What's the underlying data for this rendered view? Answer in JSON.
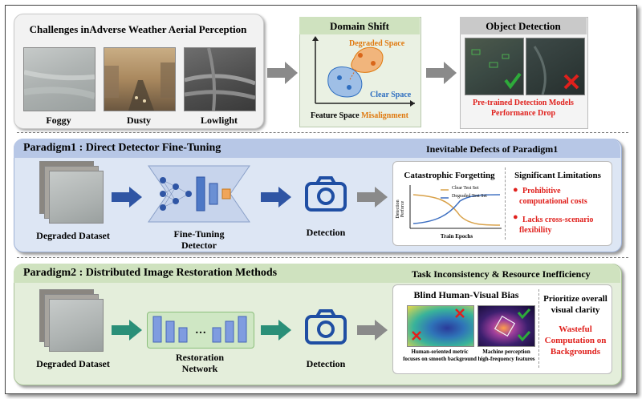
{
  "top": {
    "challenges_title": "Challenges inAdverse Weather Aerial Perception",
    "photos": [
      {
        "label": "Foggy"
      },
      {
        "label": "Dusty"
      },
      {
        "label": "Lowlight"
      }
    ],
    "domain_shift": {
      "title": "Domain Shift",
      "degraded_label": "Degraded Space",
      "clear_label": "Clear Space",
      "caption_prefix": "Feature Space ",
      "caption_highlight": "Misalignment"
    },
    "object_detection": {
      "title": "Object Detection",
      "caption_line1": "Pre-trained Detection Models",
      "caption_line2": "Performance Drop"
    }
  },
  "paradigm1": {
    "title": "Paradigm1 : Direct Detector Fine-Tuning",
    "dataset_label": "Degraded Dataset",
    "model_label_line1": "Fine-Tuning",
    "model_label_line2": "Detector",
    "detection_label": "Detection",
    "defects_title": "Inevitable Defects of Paradigm1",
    "forgetting_title": "Catastrophic Forgetting",
    "legend_clear": "Clear Test Set",
    "legend_degraded": "Degraded Test Set",
    "y_axis": "Detection Perforce",
    "x_axis": "Train Epochs",
    "limits_title": "Significant Limitations",
    "limit1_line1": "Prohibitive",
    "limit1_line2": "computational costs",
    "limit2_line1": "Lacks cross-scenario",
    "limit2_line2": "flexibility"
  },
  "paradigm2": {
    "title": "Paradigm2 : Distributed Image Restoration Methods",
    "dataset_label": "Degraded Dataset",
    "network_label_line1": "Restoration",
    "network_label_line2": "Network",
    "ellipsis": "…",
    "detection_label": "Detection",
    "task_title": "Task Inconsistency & Resource Inefficiency",
    "bias_title": "Blind Human-Visual Bias",
    "human_caption_line1": "Human-oriented metric",
    "human_caption_line2": "focuses on smooth background",
    "machine_caption_line1": "Machine perception",
    "machine_caption_line2": "high-frequency features",
    "prioritize_line1": "Prioritize overall",
    "prioritize_line2": "visual clarity",
    "wasteful_line1": "Wasteful",
    "wasteful_line2": "Computation on",
    "wasteful_line3": "Backgrounds"
  },
  "colors": {
    "top_panel": "#f2f2f2",
    "p1_panel": "#dde6f4",
    "p1_header": "#b7c7e6",
    "p2_panel": "#e4eedb",
    "p2_header": "#cfe2bf",
    "blue_arrow": "#2f55a4",
    "teal_arrow": "#2a8f78",
    "gray_arrow": "#8a8a8a",
    "red": "#e0201c"
  }
}
